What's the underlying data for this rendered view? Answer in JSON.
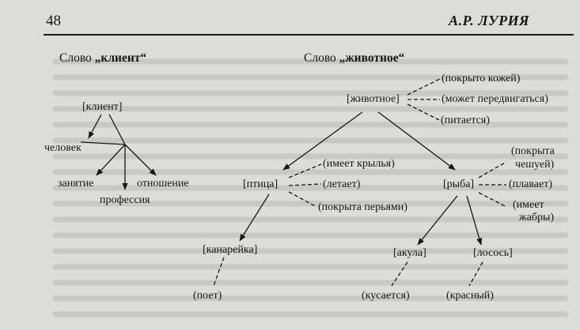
{
  "header": {
    "page_number": "48",
    "author": "А.Р. ЛУРИЯ"
  },
  "left_diagram": {
    "title_prefix": "Слово ",
    "title_word": "„клиент“",
    "root": "[клиент]",
    "nodes": {
      "chelovek": "человек",
      "zanyatie": "занятие",
      "otnoshenie": "отношение",
      "professiya": "профессия"
    }
  },
  "right_diagram": {
    "title_prefix": "Слово ",
    "title_word": "„животное“",
    "root": "[животное]",
    "root_props": {
      "skin": "(покрыто кожей)",
      "move": "(может передвигаться)",
      "eat": "(питается)"
    },
    "bird": "[птица]",
    "bird_props": {
      "wings": "(имеет крылья)",
      "flies": "(летает)",
      "feathers": "(покрыта перьями)"
    },
    "fish": "[рыба]",
    "fish_props": {
      "scales_1": "(покрыта",
      "scales_2": "чешуей)",
      "swims": "(плавает)",
      "gills_1": "(имеет",
      "gills_2": "жабры)"
    },
    "canary": "[канарейка]",
    "canary_prop": "(поет)",
    "shark": "[акула]",
    "shark_prop": "(кусается)",
    "salmon": "[лосось]",
    "salmon_prop": "(красный)"
  }
}
